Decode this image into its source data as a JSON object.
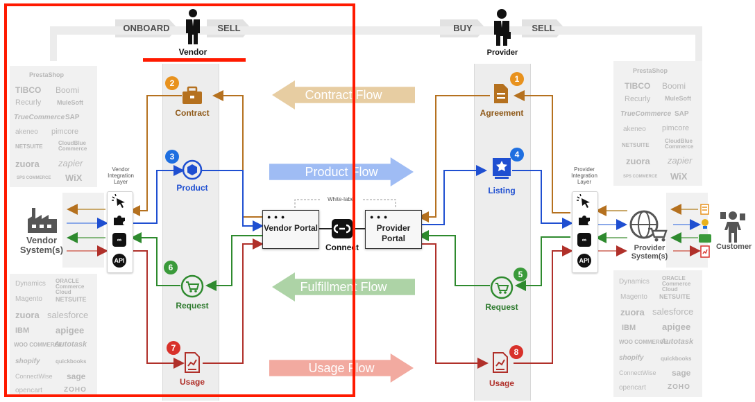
{
  "header": {
    "onboard": "ONBOARD",
    "sell_left": "SELL",
    "vendor": "Vendor",
    "buy": "BUY",
    "sell_right": "SELL",
    "provider": "Provider"
  },
  "flows": {
    "contract": "Contract Flow",
    "product": "Product Flow",
    "fulfillment": "Fulfillment Flow",
    "usage": "Usage Flow"
  },
  "vendor_side": {
    "contract": {
      "number": "2",
      "label": "Contract"
    },
    "product": {
      "number": "3",
      "label": "Product"
    },
    "request": {
      "number": "6",
      "label": "Request"
    },
    "usage": {
      "number": "7",
      "label": "Usage"
    },
    "integration_layer": "Vendor Integration Layer",
    "system": "Vendor System(s)"
  },
  "provider_side": {
    "agreement": {
      "number": "1",
      "label": "Agreement"
    },
    "listing": {
      "number": "4",
      "label": "Listing"
    },
    "request": {
      "number": "5",
      "label": "Request"
    },
    "usage": {
      "number": "8",
      "label": "Usage"
    },
    "integration_layer": "Provider Integration Layer",
    "system": "Provider System(s)",
    "customer": "Customer"
  },
  "center": {
    "vendor_portal": "Vendor Portal",
    "provider_portal": "Provider Portal",
    "connect": "Connect",
    "white_label": "White-label"
  },
  "integration_icons": [
    "cursor-icon",
    "puzzle-icon",
    "infinity-icon",
    "api-icon"
  ],
  "integration_api_text": "API",
  "left_logos_top": [
    "PrestaShop",
    "TIBCO",
    "Boomi",
    "Recurly",
    "MuleSoft",
    "TrueCommerce",
    "SAP",
    "akeneo",
    "pimcore",
    "NETSUITE",
    "CloudBlue Commerce",
    "zuora",
    "zapier",
    "SPS COMMERCE",
    "WiX"
  ],
  "left_logos_bottom": [
    "Dynamics",
    "ORACLE Commerce Cloud",
    "Magento",
    "NETSUITE",
    "zuora",
    "salesforce",
    "IBM",
    "apigee",
    "WOO COMMERCE",
    "Autotask",
    "shopify",
    "quickbooks",
    "ConnectWise",
    "sage",
    "opencart",
    "ZOHO"
  ],
  "right_logos_top": [
    "PrestaShop",
    "TIBCO",
    "Boomi",
    "Recurly",
    "MuleSoft",
    "TrueCommerce",
    "SAP",
    "akeneo",
    "pimcore",
    "NETSUITE",
    "CloudBlue Commerce",
    "zuora",
    "zapier",
    "SPS COMMERCE",
    "WiX"
  ],
  "right_logos_bottom": [
    "Dynamics",
    "ORACLE Commerce Cloud",
    "Magento",
    "NETSUITE",
    "zuora",
    "salesforce",
    "IBM",
    "apigee",
    "WOO COMMERCE",
    "Autotask",
    "shopify",
    "quickbooks",
    "ConnectWise",
    "sage",
    "opencart",
    "ZOHO"
  ],
  "colors": {
    "contract": "#b5711f",
    "product": "#1f4fd1",
    "fulfillment": "#2e8a2e",
    "usage": "#b0302a",
    "badge_orange": "#e8921e",
    "badge_blue": "#1f6fe0",
    "badge_green": "#3a9a3a",
    "badge_red": "#d8312a",
    "highlight": "#ff1a00"
  }
}
